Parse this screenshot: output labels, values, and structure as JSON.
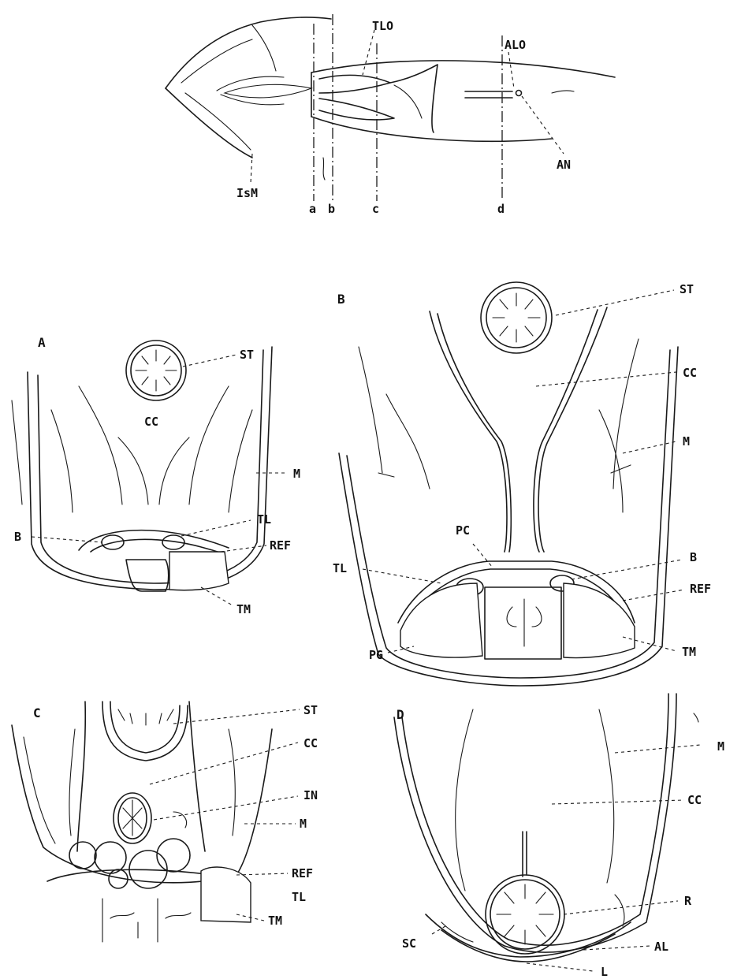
{
  "overview": {
    "labels": {
      "TLO": "TLO",
      "ALO": "ALO",
      "AN": "AN",
      "IsM": "IsM",
      "a": "a",
      "b": "b",
      "c": "c",
      "d": "d"
    }
  },
  "panel_A": {
    "letter": "A",
    "labels": {
      "ST": "ST",
      "CC": "CC",
      "M": "M",
      "B": "B",
      "TL": "TL",
      "REF": "REF",
      "TM": "TM"
    }
  },
  "panel_B": {
    "letter": "B",
    "labels": {
      "ST": "ST",
      "CC": "CC",
      "M": "M",
      "PC": "PC",
      "TL": "TL",
      "B": "B",
      "REF": "REF",
      "PG": "PG",
      "TM": "TM"
    }
  },
  "panel_C": {
    "letter": "C",
    "labels": {
      "ST": "ST",
      "CC": "CC",
      "IN": "IN",
      "M": "M",
      "REF": "REF",
      "TL": "TL",
      "TM": "TM"
    }
  },
  "panel_D": {
    "letter": "D",
    "labels": {
      "M": "M",
      "CC": "CC",
      "R": "R",
      "SC": "SC",
      "AL": "AL",
      "L": "L"
    }
  }
}
